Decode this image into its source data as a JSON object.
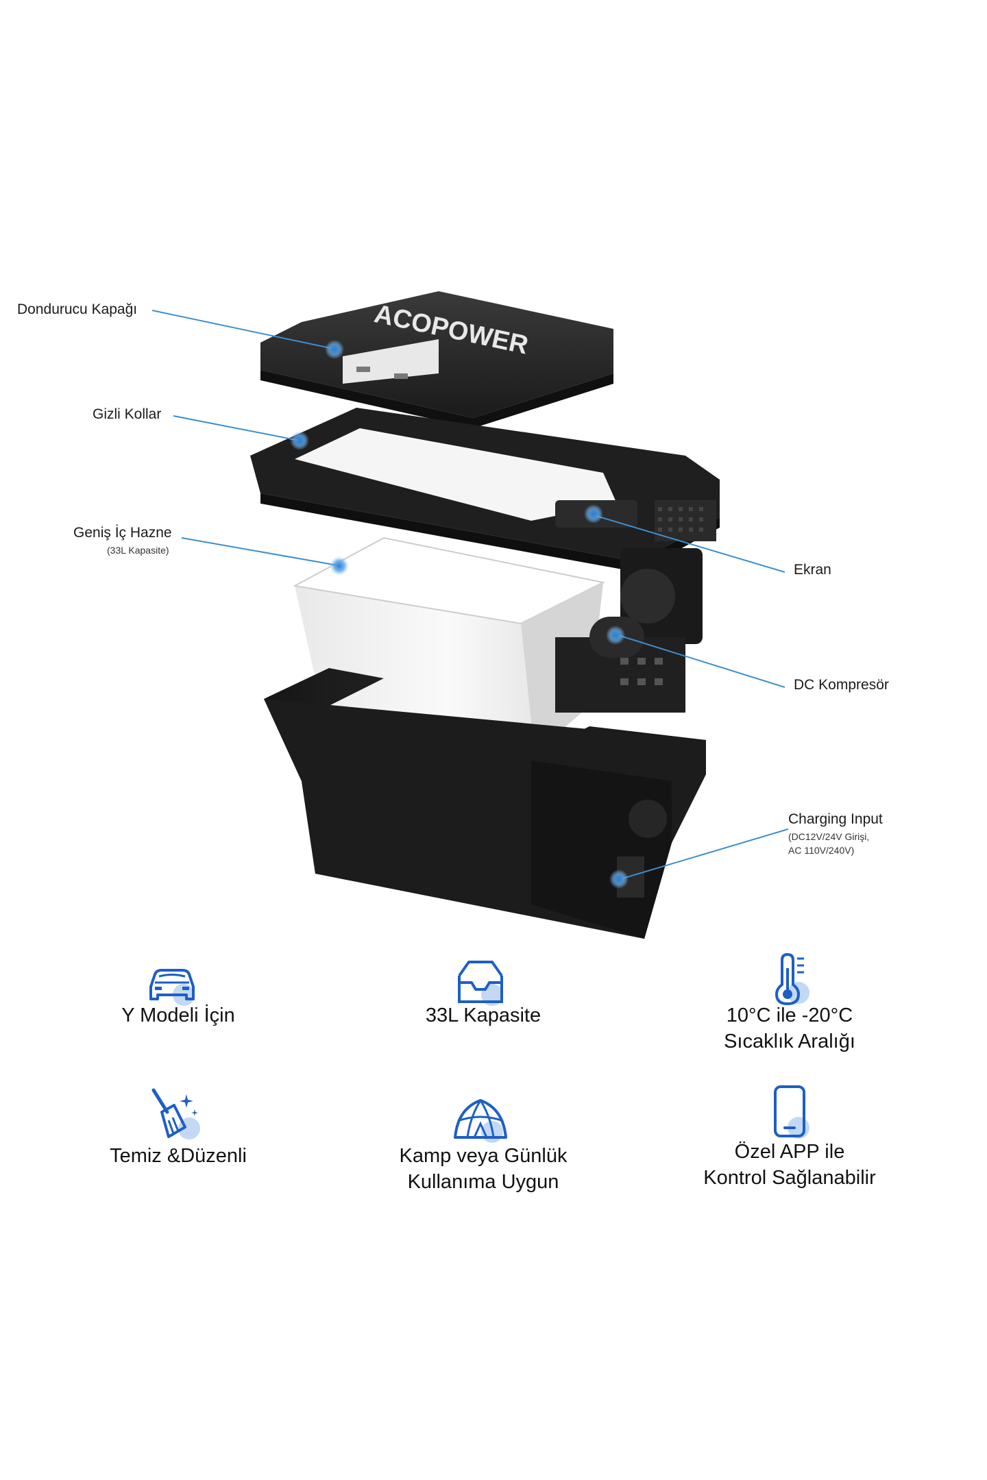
{
  "product": {
    "brand_logo": "ACOPOWER",
    "callouts": {
      "lid": "Dondurucu Kapağı",
      "handles": "Gizli Kollar",
      "inner_bin": "Geniş İç Hazne",
      "inner_bin_sub": "(33L Kapasite)",
      "display": "Ekran",
      "compressor": "DC Kompresör",
      "charging": "Charging Input",
      "charging_sub_1": "(DC12V/24V Girişi,",
      "charging_sub_2": "AC 110V/240V)"
    }
  },
  "features": [
    {
      "icon": "car-icon",
      "lines": [
        "Y Modeli İçin"
      ]
    },
    {
      "icon": "inbox-tray-icon",
      "lines": [
        "33L Kapasite"
      ]
    },
    {
      "icon": "thermometer-icon",
      "lines": [
        "10°C ile -20°C",
        "Sıcaklık Aralığı"
      ]
    },
    {
      "icon": "broom-sparkle-icon",
      "lines": [
        "Temiz &Düzenli"
      ]
    },
    {
      "icon": "tent-icon",
      "lines": [
        "Kamp veya Günlük",
        "Kullanıma Uygun"
      ]
    },
    {
      "icon": "smartphone-icon",
      "lines": [
        "Özel APP ile",
        "Kontrol Sağlanabilir"
      ]
    }
  ],
  "colors": {
    "accent_blue": "#1d5fc4",
    "accent_light": "#a9c8ef",
    "callout_line": "#3a8fd0",
    "product_dark": "#1e1e1e",
    "bin_white": "#f2f2f2"
  }
}
